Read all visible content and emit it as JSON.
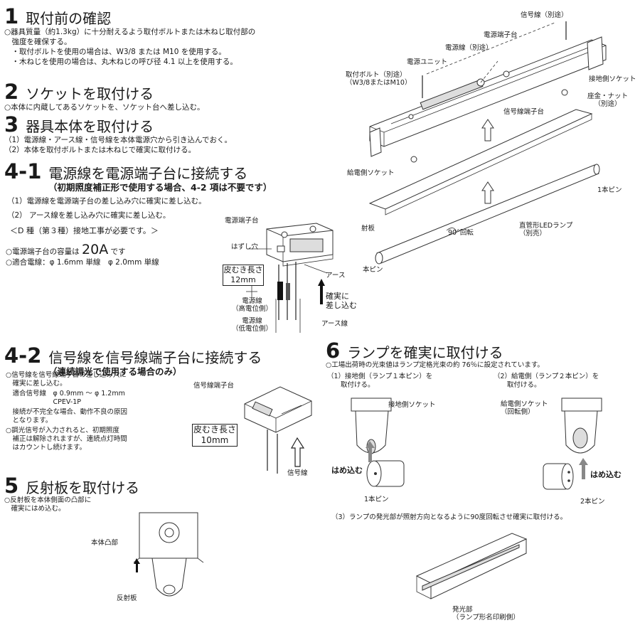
{
  "s1": {
    "num": "1",
    "title": "取付前の確認",
    "lines": [
      "○器具質量（約1.3kg）に十分耐えるよう取付ボルトまたは木ねじ取付部の",
      "　強度を確保する。",
      "　・取付ボルトを使用の場合は、W3/8 または M10 を使用する。",
      "　・木ねじを使用の場合は、丸木ねじの呼び径 4.1 以上を使用する。"
    ]
  },
  "s2": {
    "num": "2",
    "title": "ソケットを取付ける",
    "lines": [
      "○本体に内蔵してあるソケットを、ソケット台へ差し込む。"
    ]
  },
  "s3": {
    "num": "3",
    "title": "器具本体を取付ける",
    "lines": [
      "（1）電源線・アース線・信号線を本体電源穴から引き込んでおく。",
      "（2）本体を取付ボルトまたは木ねじで確実に取付ける。"
    ]
  },
  "s41": {
    "num": "4-1",
    "title": "電源線を電源端子台に接続する",
    "subtitle": "（初期照度補正形で使用する場合、4-2 項は不要です）",
    "lines": [
      "（1）電源線を電源端子台の差し込み穴に確実に差し込む。",
      "（2） アース線を差し込み穴に確実に差し込む。",
      "＜D 種（第３種）接地工事が必要です。＞"
    ],
    "capacity_prefix": "○電源端子台の容量は",
    "capacity_value": "20A",
    "capacity_suffix": "です",
    "wire_line": "○適合電線：φ 1.6mm 単線　φ 2.0mm 単線",
    "fig": {
      "terminal": "電源端子台",
      "release_hole": "はずし穴",
      "strip_label_1": "皮むき長さ",
      "strip_label_2": "12mm",
      "earth": "アース",
      "insert_1": "確実に",
      "insert_2": "差し込む",
      "power_high_1": "電源線",
      "power_high_2": "（高電位側）",
      "power_low_1": "電源線",
      "power_low_2": "（低電位側）",
      "earth_wire": "アース線"
    }
  },
  "s42": {
    "num": "4-2",
    "title": "信号線を信号線端子台に接続する",
    "subtitle": "（連続調光で使用する場合のみ）",
    "lines": [
      "○信号線を信号線端子台の差し込み穴に",
      "　確実に差し込む。",
      "　適合信号線　φ 0.9mm ～ φ 1.2mm",
      "　　　　　　　CPEV-1P",
      "　接続が不完全な場合、動作不良の原因",
      "　となります。",
      "○調光信号が入力されると、初期照度",
      "　補正は解除されますが、連続点灯時間",
      "　はカウントし続けます。"
    ],
    "fig": {
      "terminal": "信号線端子台",
      "strip_label_1": "皮むき長さ",
      "strip_label_2": "10mm",
      "signal_wire": "信号線"
    }
  },
  "s5": {
    "num": "5",
    "title": "反射板を取付ける",
    "lines": [
      "○反射板を本体側面の凸部に",
      "　確実にはめ込む。"
    ],
    "fig": {
      "boss": "本体凸部",
      "reflector": "反射板"
    }
  },
  "s6": {
    "num": "6",
    "title": "ランプを確実に取付ける",
    "lines": [
      "○工場出荷時の光束値はランプ定格光束の約 76％に設定されています。"
    ],
    "step1_1": "（1）接地側（ランプ１本ピン）を",
    "step1_2": "　　取付ける。",
    "step2_1": "（2）給電側（ランプ２本ピン）を",
    "step2_2": "　　取付ける。",
    "step3": "（3）ランプの発光部が照射方向となるように90度回転させ確実に取付ける。",
    "fig": {
      "ground_socket": "接地側ソケット",
      "feed_socket_1": "給電側ソケット",
      "feed_socket_2": "（回転側）",
      "fit_left": "はめ込む",
      "fit_right": "はめ込む",
      "pin1": "1本ピン",
      "pin2": "2本ピン",
      "emit_1": "発光部",
      "emit_2": "（ランプ形名印刷側）"
    }
  },
  "exploded": {
    "signal_wire": "信号線（別途）",
    "power_terminal": "電源端子台",
    "power_wire": "電源線（別途）",
    "power_unit": "電源ユニット",
    "bolt_1": "取付ボルト（別途）",
    "bolt_2": "（W3/8またはM10）",
    "ground_socket": "接地側ソケット",
    "washer_1": "座金・ナット",
    "washer_2": "（別途）",
    "signal_terminal": "信号線端子台",
    "feed_socket": "給電側ソケット",
    "pin1": "1本ピン",
    "reflector": "射板",
    "lamp_1": "直管形LEDランプ",
    "lamp_2": "（別売）",
    "rotate": "90°回転",
    "pin2": "本ピン"
  }
}
